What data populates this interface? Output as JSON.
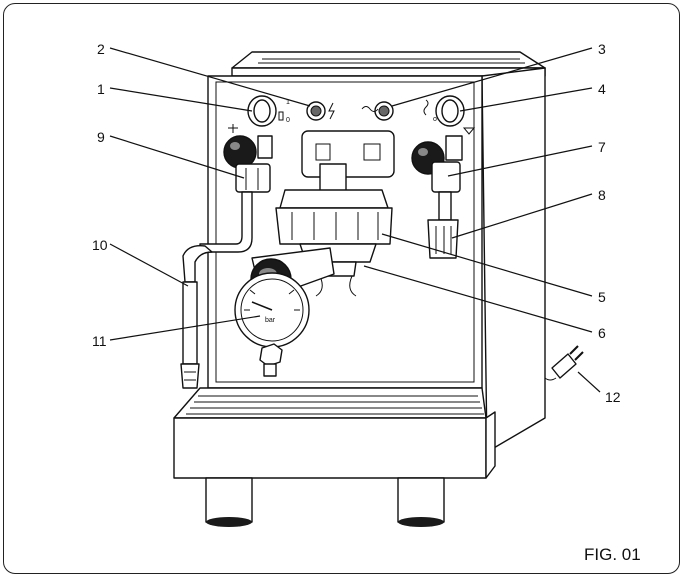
{
  "figure_label": "FIG. 01",
  "callouts": {
    "c1": "1",
    "c2": "2",
    "c3": "3",
    "c4": "4",
    "c5": "5",
    "c6": "6",
    "c7": "7",
    "c8": "8",
    "c9": "9",
    "c10": "10",
    "c11": "11",
    "c12": "12"
  },
  "switch_marks": {
    "on": "1",
    "off": "0"
  },
  "gauge_unit": "bar",
  "colors": {
    "line": "#111111",
    "paper": "#ffffff",
    "knob": "#1a1a1a"
  }
}
